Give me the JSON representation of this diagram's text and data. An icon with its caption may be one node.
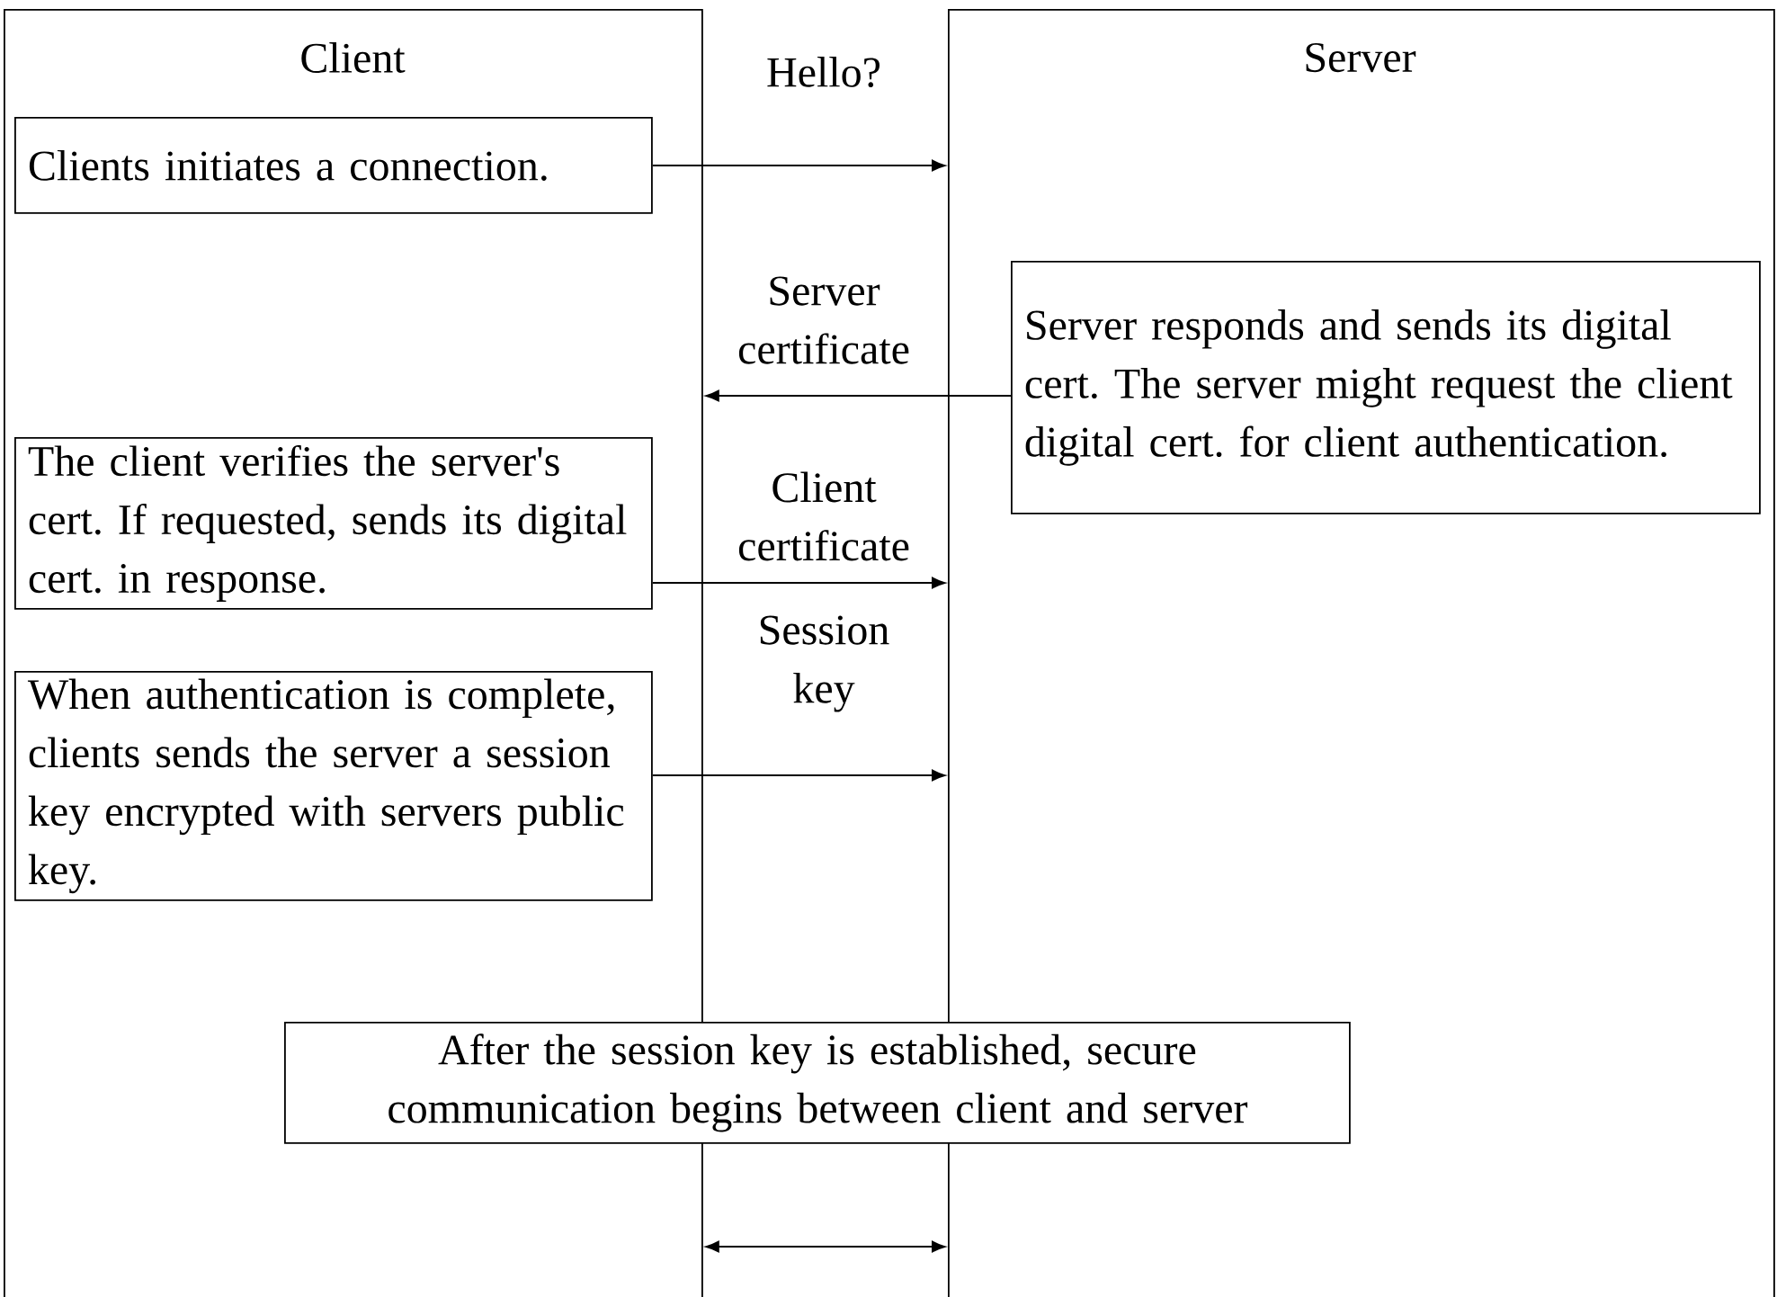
{
  "diagram": {
    "nodes": [
      {
        "text": [
          "Client"
        ]
      },
      {
        "text": [
          "Server"
        ]
      },
      {
        "text": [
          "Clients initiates a connection."
        ],
        "in": 0
      },
      {
        "text": [
          "Server responds and sends its digital cert. The server might request the client digital cert. for client authentication."
        ],
        "in": 1
      },
      {
        "text": [
          "The client verifies the server's cert. If requested, sends its digital cert. in response."
        ],
        "in": 0
      },
      {
        "text": [
          "When authentication is complete, clients sends the server a session key encrypted with servers public key."
        ],
        "in": 0
      },
      {
        "text": [
          "After the session key is established, secure communication begins between client and server"
        ]
      }
    ],
    "edges": [
      {
        "from": 2,
        "to": 1,
        "arrow": "to",
        "label": "Hello?"
      },
      {
        "from": 3,
        "to": 0,
        "arrow": "to",
        "label": "Server certificate"
      },
      {
        "from": 4,
        "to": 1,
        "arrow": "to",
        "label": "Client certificate"
      },
      {
        "from": 5,
        "to": 1,
        "arrow": "to",
        "label": "Session key"
      },
      {
        "from": 0,
        "to": 1,
        "arrow": "both"
      }
    ]
  }
}
